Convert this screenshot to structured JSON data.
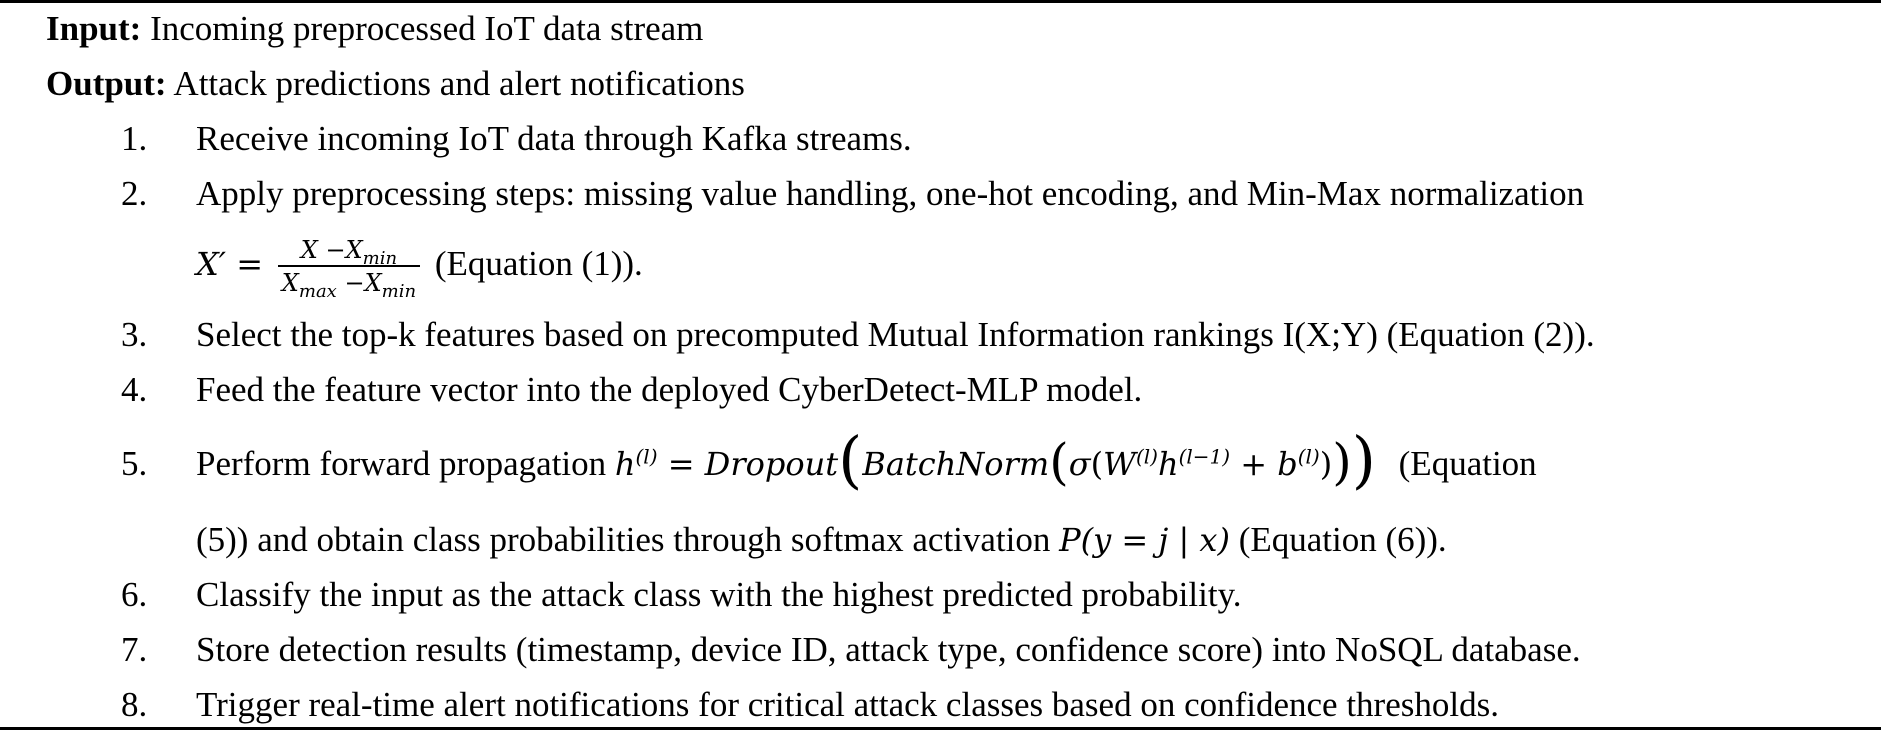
{
  "algorithm": {
    "input_label": "Input:",
    "input_text": "Incoming preprocessed IoT data stream",
    "output_label": "Output:",
    "output_text": "Attack predictions and alert notifications",
    "steps": [
      {
        "num": "1.",
        "text": "Receive incoming IoT data through Kafka streams."
      },
      {
        "num": "2.",
        "text": "Apply preprocessing steps: missing value handling, one-hot encoding, and Min-Max normalization",
        "eq_lhs": "X′ =",
        "eq_num": "X −X",
        "eq_num_sub": "min",
        "eq_den_a": "X",
        "eq_den_a_sub": "max",
        "eq_den_b": " −X",
        "eq_den_b_sub": "min",
        "eq_ref": "(Equation (1))."
      },
      {
        "num": "3.",
        "text": "Select the top-k features based on precomputed Mutual Information rankings I(X;Y) (Equation (2))."
      },
      {
        "num": "4.",
        "text": "Feed the feature vector into the deployed CyberDetect-MLP model."
      },
      {
        "num": "5.",
        "text": "Perform forward propagation",
        "eq_h": "h",
        "eq_sup_l": "(l)",
        "eq_eq": " = ",
        "eq_dropout": "Dropout",
        "eq_batchnorm": "BatchNorm",
        "eq_sigma": "σ",
        "eq_W": "W",
        "eq_h2": "h",
        "eq_sup_lm1": "(l−1)",
        "eq_plus": " + ",
        "eq_b": "b",
        "eq_ref_a": "(Equation",
        "text2": "(5)) and obtain class probabilities through softmax activation",
        "eq2": "P(y = j | x)",
        "eq_ref_b": "(Equation (6))."
      },
      {
        "num": "6.",
        "text": "Classify the input as the attack class with the highest predicted probability."
      },
      {
        "num": "7.",
        "text": "Store detection results (timestamp, device ID, attack type, confidence score) into NoSQL database."
      },
      {
        "num": "8.",
        "text": "Trigger real-time alert notifications for critical attack classes based on confidence thresholds."
      }
    ]
  }
}
